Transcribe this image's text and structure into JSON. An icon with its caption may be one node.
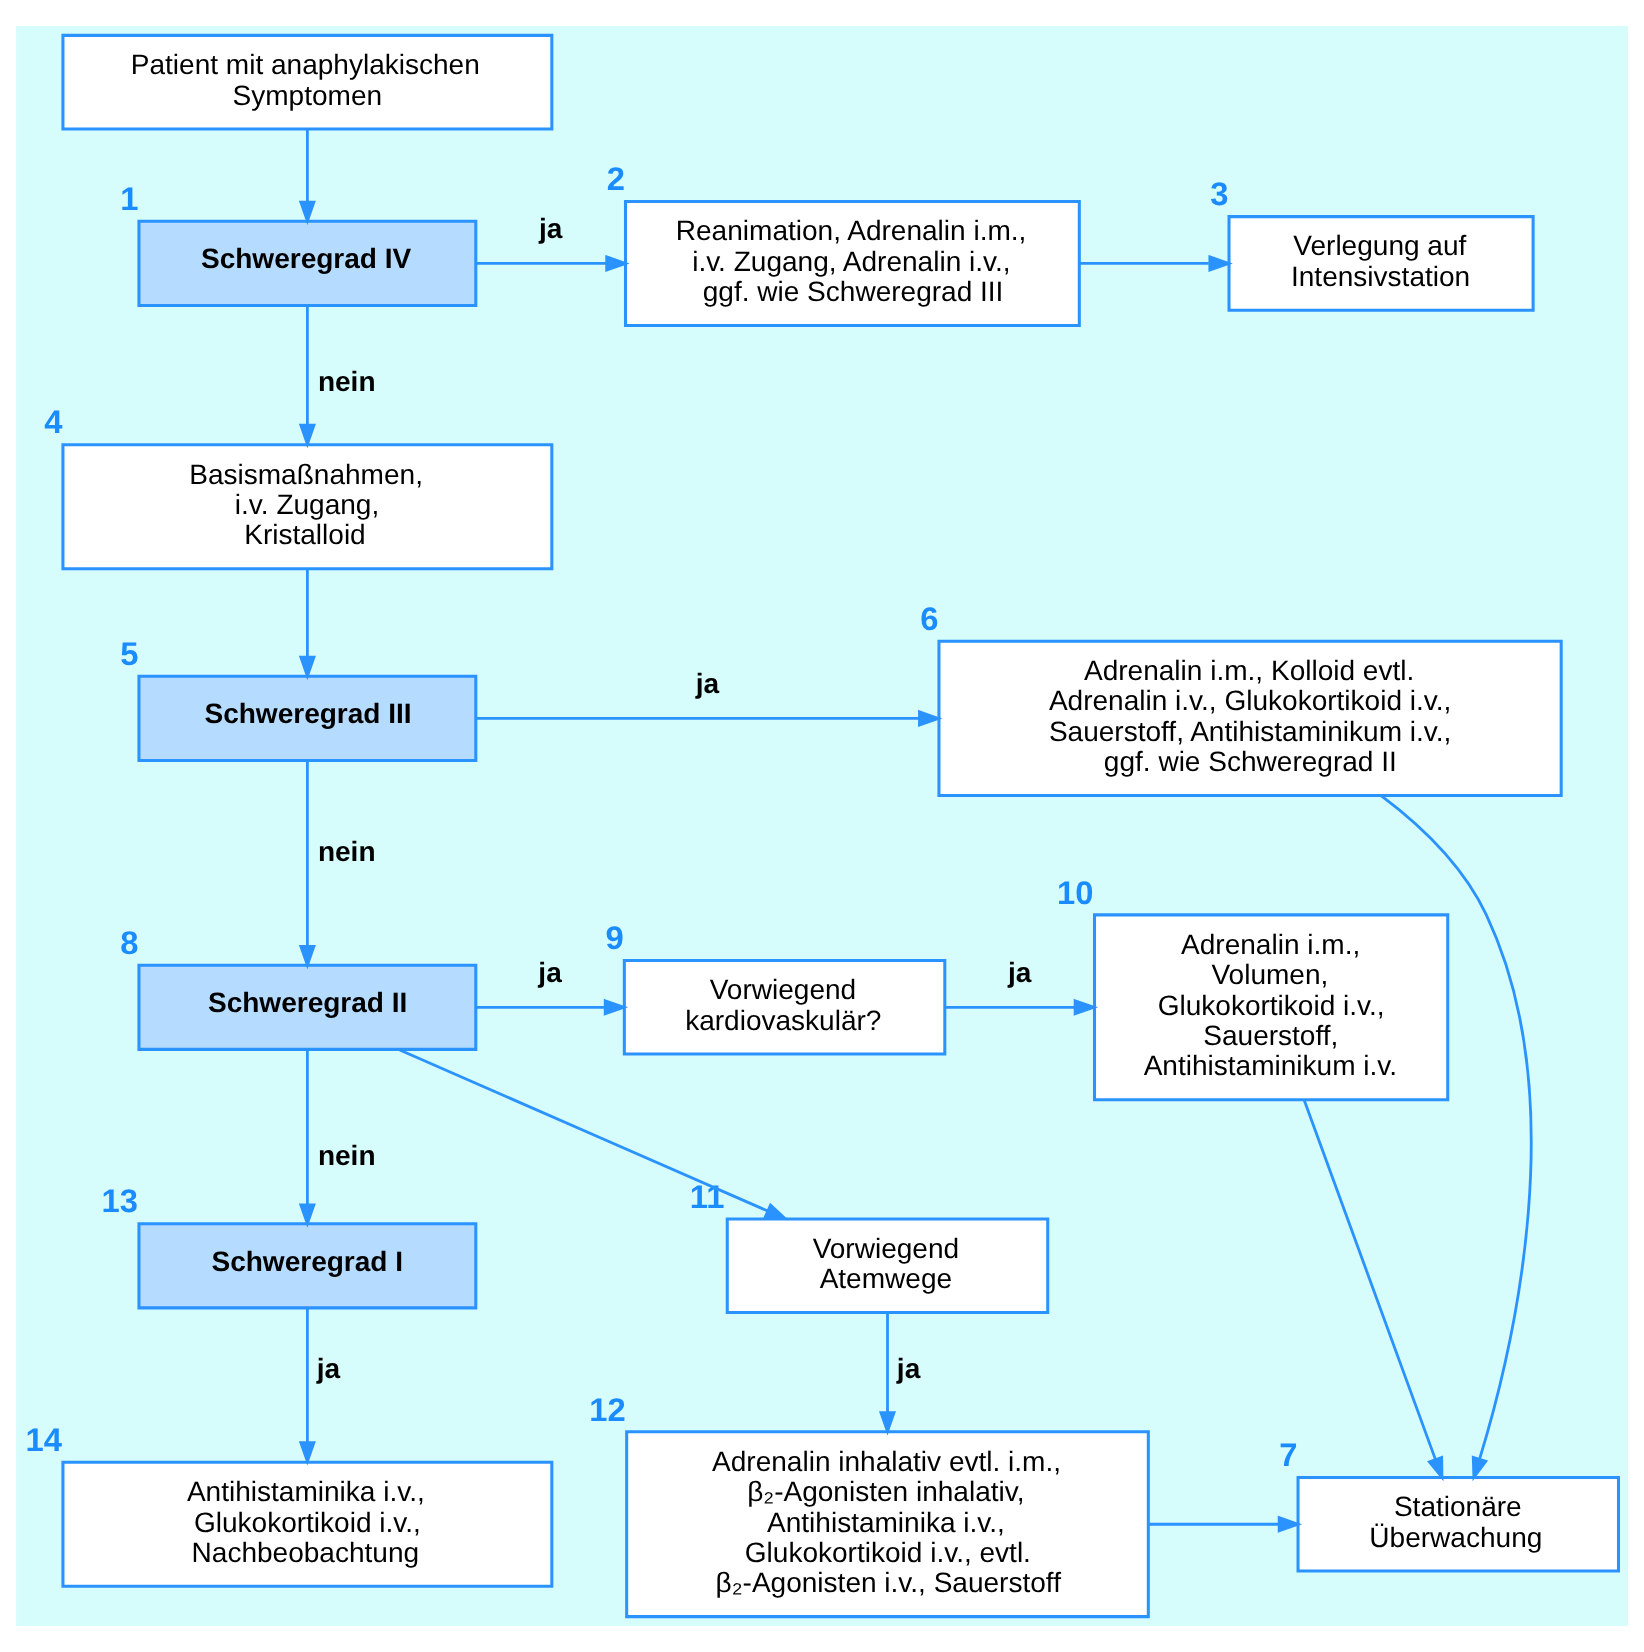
{
  "diagram": {
    "nodes": [
      {
        "text": [
          "Patient mit anaphylakischen Symptomen"
        ]
      },
      {
        "text": [
          "Schweregrad IV"
        ],
        "beside": [
          "1"
        ]
      },
      {
        "text": [
          "Reanimation, Adrenalin i.m., i.v. Zugang, Adrenalin i.v., ggf. wie Schweregrad III"
        ],
        "beside": [
          "2"
        ]
      },
      {
        "text": [
          "Verlegung auf Intensivstation"
        ],
        "beside": [
          "3"
        ]
      },
      {
        "text": [
          "Basismaßnahmen, i.v. Zugang, Kristalloid"
        ],
        "beside": [
          "4"
        ]
      },
      {
        "text": [
          "Schweregrad III"
        ],
        "beside": [
          "5"
        ]
      },
      {
        "text": [
          "Adrenalin i.m., Kolloid evtl. Adrenalin i.v., Glukokortikoid i.v., Sauerstoff, Antihistaminikum i.v., ggf. wie Schweregrad II"
        ],
        "beside": [
          "6"
        ]
      },
      {
        "text": [
          "Schweregrad II"
        ],
        "beside": [
          "8"
        ]
      },
      {
        "text": [
          "Vorwiegend kardiovaskulär?"
        ],
        "beside": [
          "9"
        ]
      },
      {
        "text": [
          "Adrenalin i.m., Volumen, Glukokortikoid i.v., Sauerstoff, Antihistaminikum i.v."
        ],
        "beside": [
          "10"
        ]
      },
      {
        "text": [
          "Schweregrad I"
        ],
        "beside": [
          "13"
        ]
      },
      {
        "text": [
          "Vorwiegend Atemwege"
        ],
        "beside": [
          "11"
        ]
      },
      {
        "text": [
          "Antihistaminika i.v., Glukokortikoid i.v., Nachbeobachtung"
        ],
        "beside": [
          "14"
        ]
      },
      {
        "text": [
          "Adrenalin inhalativ evtl. i.m., β₂-Agonisten inhalativ, Antihistaminika i.v., Glukokortikoid i.v., evtl. β₂-Agonisten i.v., Sauerstoff"
        ],
        "beside": [
          "12"
        ]
      },
      {
        "text": [
          "Stationäre Überwachung"
        ],
        "beside": [
          "7"
        ]
      }
    ],
    "edges": [
      {
        "from": 0,
        "to": 1,
        "arrow": "to"
      },
      {
        "from": 1,
        "to": 2,
        "arrow": "to",
        "label": "ja"
      },
      {
        "from": 2,
        "to": 3,
        "arrow": "to"
      },
      {
        "from": 1,
        "to": 4,
        "arrow": "to",
        "label": "nein"
      },
      {
        "from": 4,
        "to": 5,
        "arrow": "to"
      },
      {
        "from": 5,
        "to": 6,
        "arrow": "to",
        "label": "ja"
      },
      {
        "from": 6,
        "to": 14,
        "arrow": "to"
      },
      {
        "from": 5,
        "to": 7,
        "arrow": "to",
        "label": "nein"
      },
      {
        "from": 7,
        "to": 8,
        "arrow": "to",
        "label": "ja"
      },
      {
        "from": 7,
        "to": 11,
        "arrow": "to"
      },
      {
        "from": 8,
        "to": 9,
        "arrow": "to",
        "label": "ja"
      },
      {
        "from": 9,
        "to": 14,
        "arrow": "to"
      },
      {
        "from": 7,
        "to": 10,
        "arrow": "to",
        "label": "nein"
      },
      {
        "from": 11,
        "to": 13,
        "arrow": "to",
        "label": "ja"
      },
      {
        "from": 10,
        "to": 12,
        "arrow": "to",
        "label": "ja"
      },
      {
        "from": 13,
        "to": 14,
        "arrow": "to"
      }
    ]
  }
}
